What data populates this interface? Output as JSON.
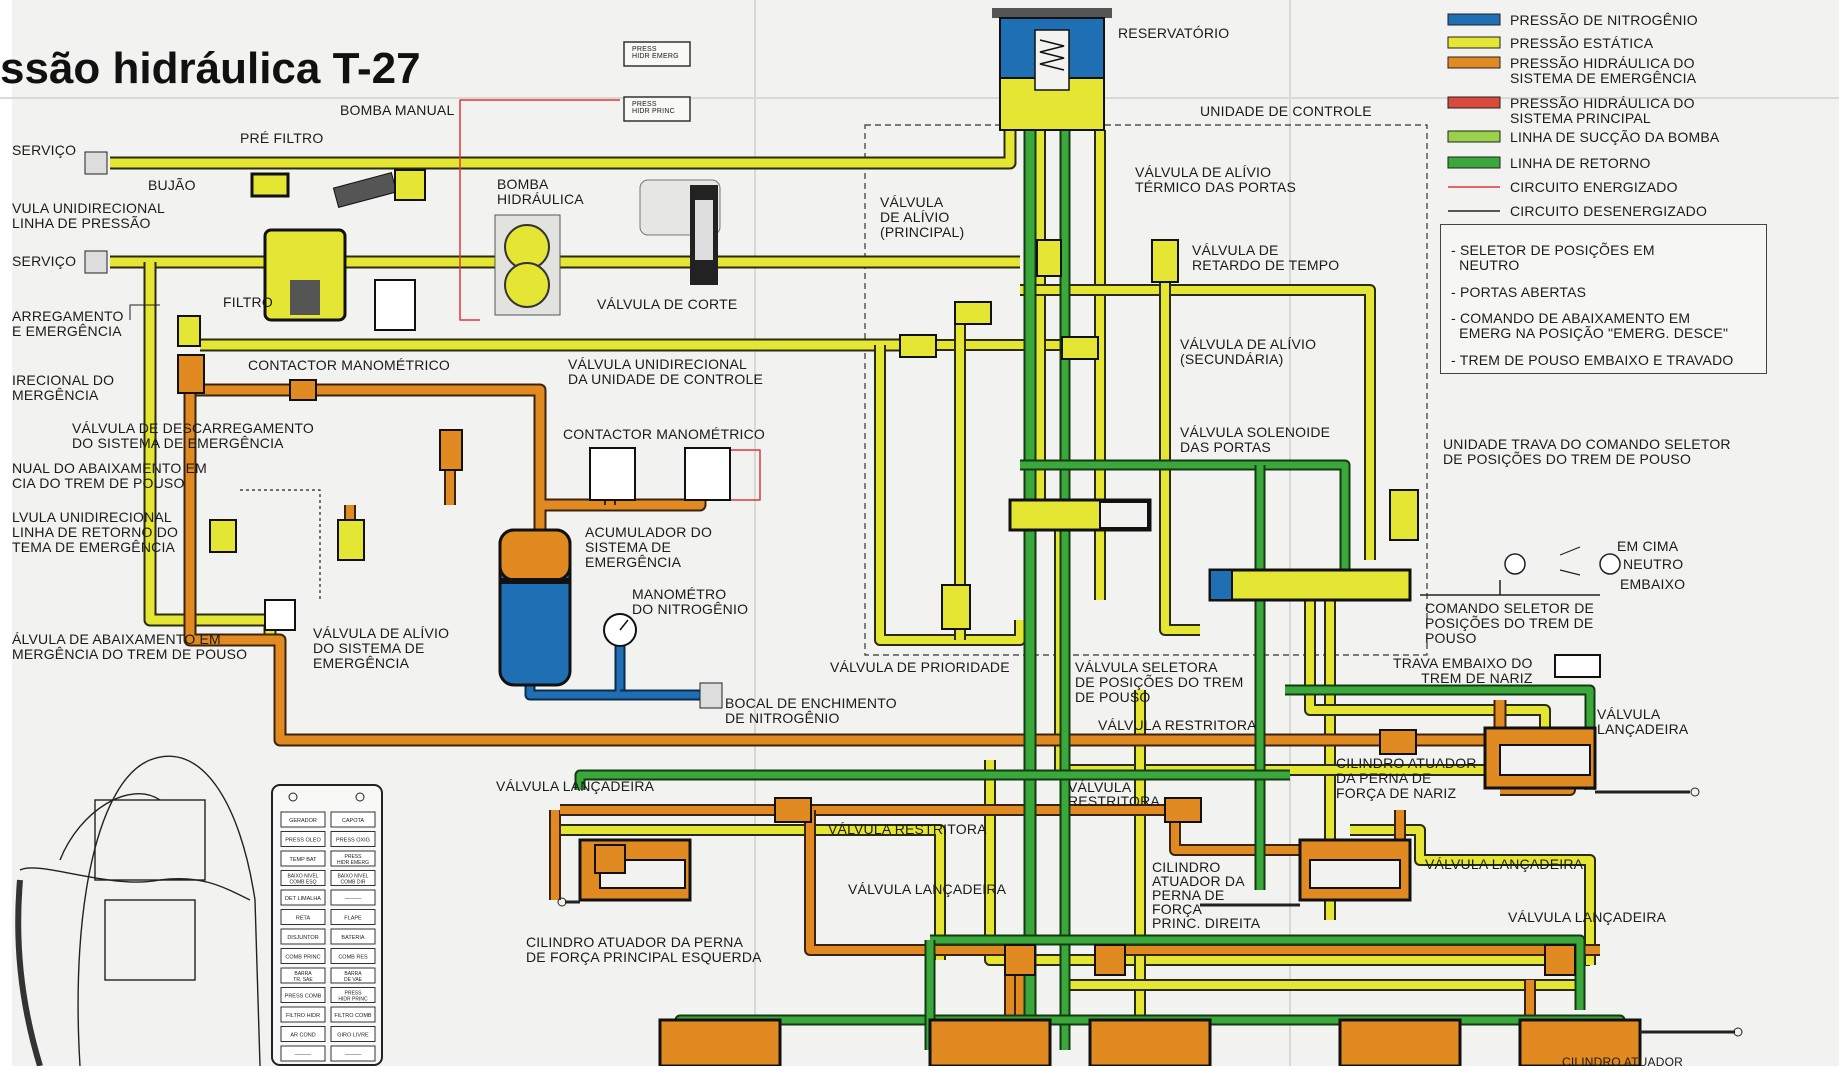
{
  "title": "ssão hidráulica T-27",
  "colors": {
    "nitrogen": "#1f6fb4",
    "static": "#e5e534",
    "emergency": "#e18a22",
    "main": "#d94a3c",
    "suction": "#9bd14a",
    "return": "#3aa83a",
    "energized": "#d93a3a",
    "deenergized": "#222222"
  },
  "legend": [
    {
      "label": "PRESSÃO DE NITROGÊNIO",
      "color": "#1f6fb4",
      "kind": "bar"
    },
    {
      "label": "PRESSÃO ESTÁTICA",
      "color": "#e5e534",
      "kind": "bar"
    },
    {
      "label": "PRESSÃO HIDRÁULICA DO\nSISTEMA DE EMERGÊNCIA",
      "color": "#e18a22",
      "kind": "bar"
    },
    {
      "label": "PRESSÃO HIDRÁULICA DO\nSISTEMA PRINCIPAL",
      "color": "#d94a3c",
      "kind": "bar"
    },
    {
      "label": "LINHA DE SUCÇÃO DA BOMBA",
      "color": "#9bd14a",
      "kind": "bar"
    },
    {
      "label": "LINHA DE RETORNO",
      "color": "#3aa83a",
      "kind": "bar"
    },
    {
      "label": "CIRCUITO ENERGIZADO",
      "color": "#d93a3a",
      "kind": "line"
    },
    {
      "label": "CIRCUITO DESENERGIZADO",
      "color": "#222222",
      "kind": "line"
    }
  ],
  "conditions": [
    "- SELETOR DE POSIÇÕES EM\n  NEUTRO",
    "- PORTAS ABERTAS",
    "- COMANDO DE ABAIXAMENTO EM\n  EMERG NA POSIÇÃO \"EMERG. DESCE\"",
    "- TREM DE POUSO EMBAIXO E TRAVADO"
  ],
  "labels": {
    "reservatorio": "RESERVATÓRIO",
    "unidade_controle": "UNIDADE DE CONTROLE",
    "bomba_manual": "BOMBA MANUAL",
    "pre_filtro": "PRÉ FILTRO",
    "servico1": "SERVIÇO",
    "bujao": "BUJÃO",
    "valvula_unidirecional_pressao": "VULA UNIDIRECIONAL\nLINHA DE PRESSÃO",
    "servico2": "SERVIÇO",
    "filtro": "FILTRO",
    "bomba_hidraulica": "BOMBA\nHIDRÁULICA",
    "valvula_corte": "VÁLVULA DE CORTE",
    "valvula_alivio_principal": "VÁLVULA\nDE ALÍVIO\n(PRINCIPAL)",
    "valvula_alivio_termico": "VÁLVULA DE ALÍVIO\nTÉRMICO DAS PORTAS",
    "valvula_retardo": "VÁLVULA DE\nRETARDO DE TEMPO",
    "carregamento": "ARREGAMENTO\nE EMERGÊNCIA",
    "contactor1": "CONTACTOR MANOMÉTRICO",
    "valvula_unidirecional_controle": "VÁLVULA UNIDIRECIONAL\nDA UNIDADE DE CONTROLE",
    "valvula_alivio_secundaria": "VÁLVULA DE ALÍVIO\n(SECUNDÁRIA)",
    "unidirecional_emergencia": "IRECIONAL DO\nMERGÊNCIA",
    "valvula_descarregamento": "VÁLVULA DE DESCARREGAMENTO\nDO SISTEMA DE EMERGÊNCIA",
    "contactor2": "CONTACTOR MANOMÉTRICO",
    "valvula_solenoide": "VÁLVULA SOLENOIDE\nDAS PORTAS",
    "unidade_trava": "UNIDADE TRAVA DO COMANDO SELETOR\nDE POSIÇÕES DO TREM DE POUSO",
    "manual_abaixamento": "NUAL DO ABAIXAMENTO EM\nCIA DO TREM DE POUSO",
    "valvula_unidirecional_retorno": "LVULA UNIDIRECIONAL\nLINHA DE RETORNO DO\nTEMA DE EMERGÊNCIA",
    "acumulador": "ACUMULADOR DO\nSISTEMA DE\nEMERGÊNCIA",
    "em_cima": "EM CIMA",
    "neutro": "NEUTRO",
    "embaixo": "EMBAIXO",
    "manometro": "MANOMÉTRO\nDO NITROGÊNIO",
    "comando_seletor": "COMANDO SELETOR DE\nPOSIÇÕES DO TREM DE\nPOUSO",
    "valvula_abaixamento": "ÁLVULA DE ABAIXAMENTO EM\nMERGÊNCIA DO TREM DE POUSO",
    "valvula_alivio_emergencia": "VÁLVULA DE ALÍVIO\nDO SISTEMA DE\nEMERGÊNCIA",
    "valvula_prioridade": "VÁLVULA DE PRIORIDADE",
    "valvula_seletora": "VÁLVULA SELETORA\nDE POSIÇÕES DO TREM\nDE POUSO",
    "trava_embaixo": "TRAVA EMBAIXO DO\nTREM DE NARIZ",
    "bocal": "BOCAL DE ENCHIMENTO\nDE NITROGÊNIO",
    "valvula_restritora1": "VÁLVULA RESTRITORA",
    "valvula_lancadeira1": "VÁLVULA\nLANÇADEIRA",
    "cilindro_nariz": "CILINDRO ATUADOR\nDA PERNA DE\nFORÇA DE NARIZ",
    "valvula_lancadeira2": "VÁLVULA LANÇADEIRA",
    "valvula_restritora2": "VÁLVULA\nRESTRITORA",
    "valvula_restritora3": "VÁLVULA RESTRITORA",
    "valvula_lancadeira3": "VÁLVULA LANÇADEIRA",
    "cilindro_direita": "CILINDRO\nATUADOR DA\nPERNA DE\nFORÇA\nPRINC. DIREITA",
    "valvula_lancadeira4": "VÁLVULA LANÇADEIRA",
    "valvula_lancadeira5": "VÁLVULA LANÇADEIRA",
    "cilindro_esquerda": "CILINDRO ATUADOR DA PERNA\nDE FORÇA PRINCIPAL ESQUERDA",
    "cilindro_atuador_bottom": "CILINDRO ATUADOR"
  },
  "small_labels": {
    "press_emerg": "PRESS\nHIDR EMERG",
    "press_princ": "PRESS\nHIDR PRINC"
  },
  "panel_buttons": [
    [
      "GERADOR",
      "CAPOTA"
    ],
    [
      "PRESS OLEO",
      "PRESS OXIG"
    ],
    [
      "TEMP BAT",
      "PRESS\nHIDR EMERG"
    ],
    [
      "BAIXO NIVEL\nCOMB ESQ",
      "BAIXO NIVEL\nCOMB DIR"
    ],
    [
      "DET LIMALHA",
      "———"
    ],
    [
      "RETA",
      "FLAPE"
    ],
    [
      "DISJUNTOR",
      "BATERIA"
    ],
    [
      "COMB PRINC",
      "COMB RES"
    ],
    [
      "BARRA\nTR. SAE",
      "BARRA\nDE VAE"
    ],
    [
      "PRESS COMB",
      "PRESS\nHIDR PRINC"
    ],
    [
      "FILTRO HIDR",
      "FILTRO COMB"
    ],
    [
      "AR COND",
      "GIRO LIVRE"
    ],
    [
      "———",
      "———"
    ]
  ]
}
